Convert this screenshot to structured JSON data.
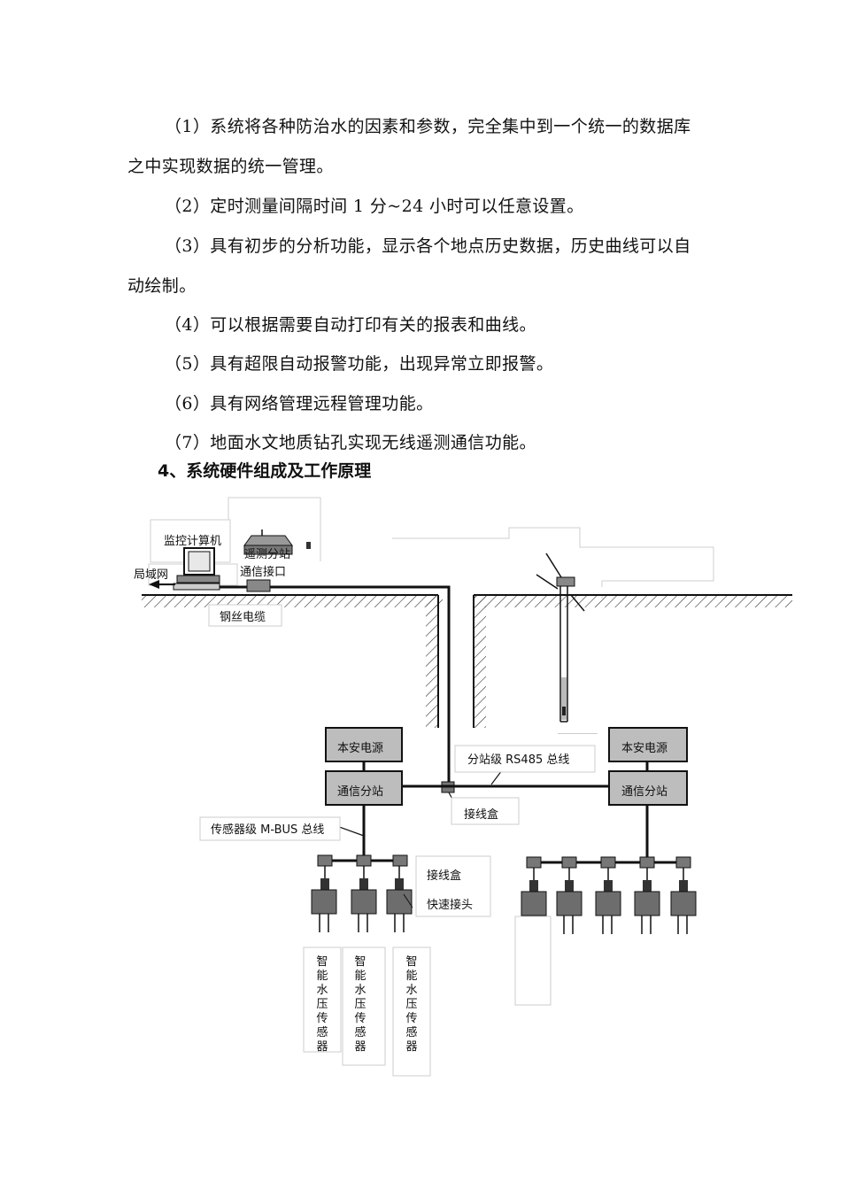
{
  "paragraphs": [
    "（1）系统将各种防治水的因素和参数，完全集中到一个统一的数据库",
    "之中实现数据的统一管理。",
    "（2）定时测量间隔时间 1 分~24 小时可以任意设置。",
    "（3）具有初步的分析功能，显示各个地点历史数据，历史曲线可以自",
    "动绘制。",
    "（4）可以根据需要自动打印有关的报表和曲线。",
    "（5）具有超限自动报警功能，出现异常立即报警。",
    "（6）具有网络管理远程管理功能。",
    "（7）地面水文地质钻孔实现无线遥测通信功能。"
  ],
  "section_heading": "4、系统硬件组成及工作原理",
  "diagram": {
    "monitor_computer": "监控计算机",
    "lan": "局域网",
    "telemetry_interface_line1": "遥测分站",
    "telemetry_interface_line2": "通信接口",
    "steel_cable": "钢丝电缆",
    "power_left": "本安电源",
    "power_right": "本安电源",
    "comm_station_left": "通信分站",
    "comm_station_right": "通信分站",
    "rs485_bus": "分站级 RS485 总线",
    "junction_box_main": "接线盒",
    "mbus": "传感器级 M-BUS 总线",
    "junction_box_sensor": "接线盒",
    "quick_connector": "快速接头",
    "sensor_label_1": "智能水压传感器",
    "sensor_label_2": "智能水压传感器",
    "sensor_label_3": "智能水压传感器"
  }
}
